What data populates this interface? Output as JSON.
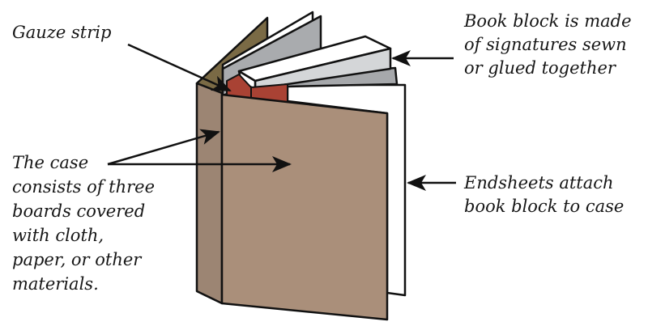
{
  "title": "Parts of a case-bound book",
  "labels": {
    "gauze": {
      "lines": [
        "Gauze strip"
      ]
    },
    "book_block": {
      "lines": [
        "Book block is made",
        "of signatures sewn",
        "or glued together"
      ]
    },
    "case": {
      "lines": [
        "The case",
        "consists of three",
        "boards covered",
        "with cloth,",
        "paper, or other",
        "materials."
      ]
    },
    "endsheets": {
      "lines": [
        "Endsheets attach",
        "book block to case"
      ]
    }
  },
  "colors": {
    "board": "#aa8f7a",
    "spine": "#9c8573",
    "back_board": "#7a6a45",
    "gauze": "#a94234",
    "page_grey": "#a9abae",
    "page_light": "#d4d6d8",
    "outline": "#111111"
  }
}
